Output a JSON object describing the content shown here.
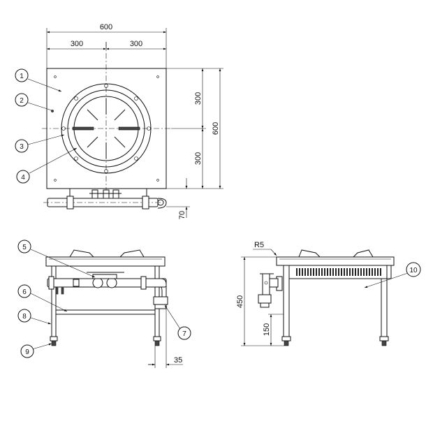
{
  "dimensions": {
    "overall_width": "600",
    "half_width_left": "300",
    "half_width_right": "300",
    "half_depth_top": "300",
    "half_depth_bottom": "300",
    "overall_depth": "600",
    "pipe_offset": "70",
    "corner_radius": "R5",
    "overall_height": "450",
    "leg_height": "150",
    "pipe_clearance": "35"
  },
  "callouts": [
    "1",
    "2",
    "3",
    "4",
    "5",
    "6",
    "7",
    "8",
    "9",
    "10"
  ]
}
